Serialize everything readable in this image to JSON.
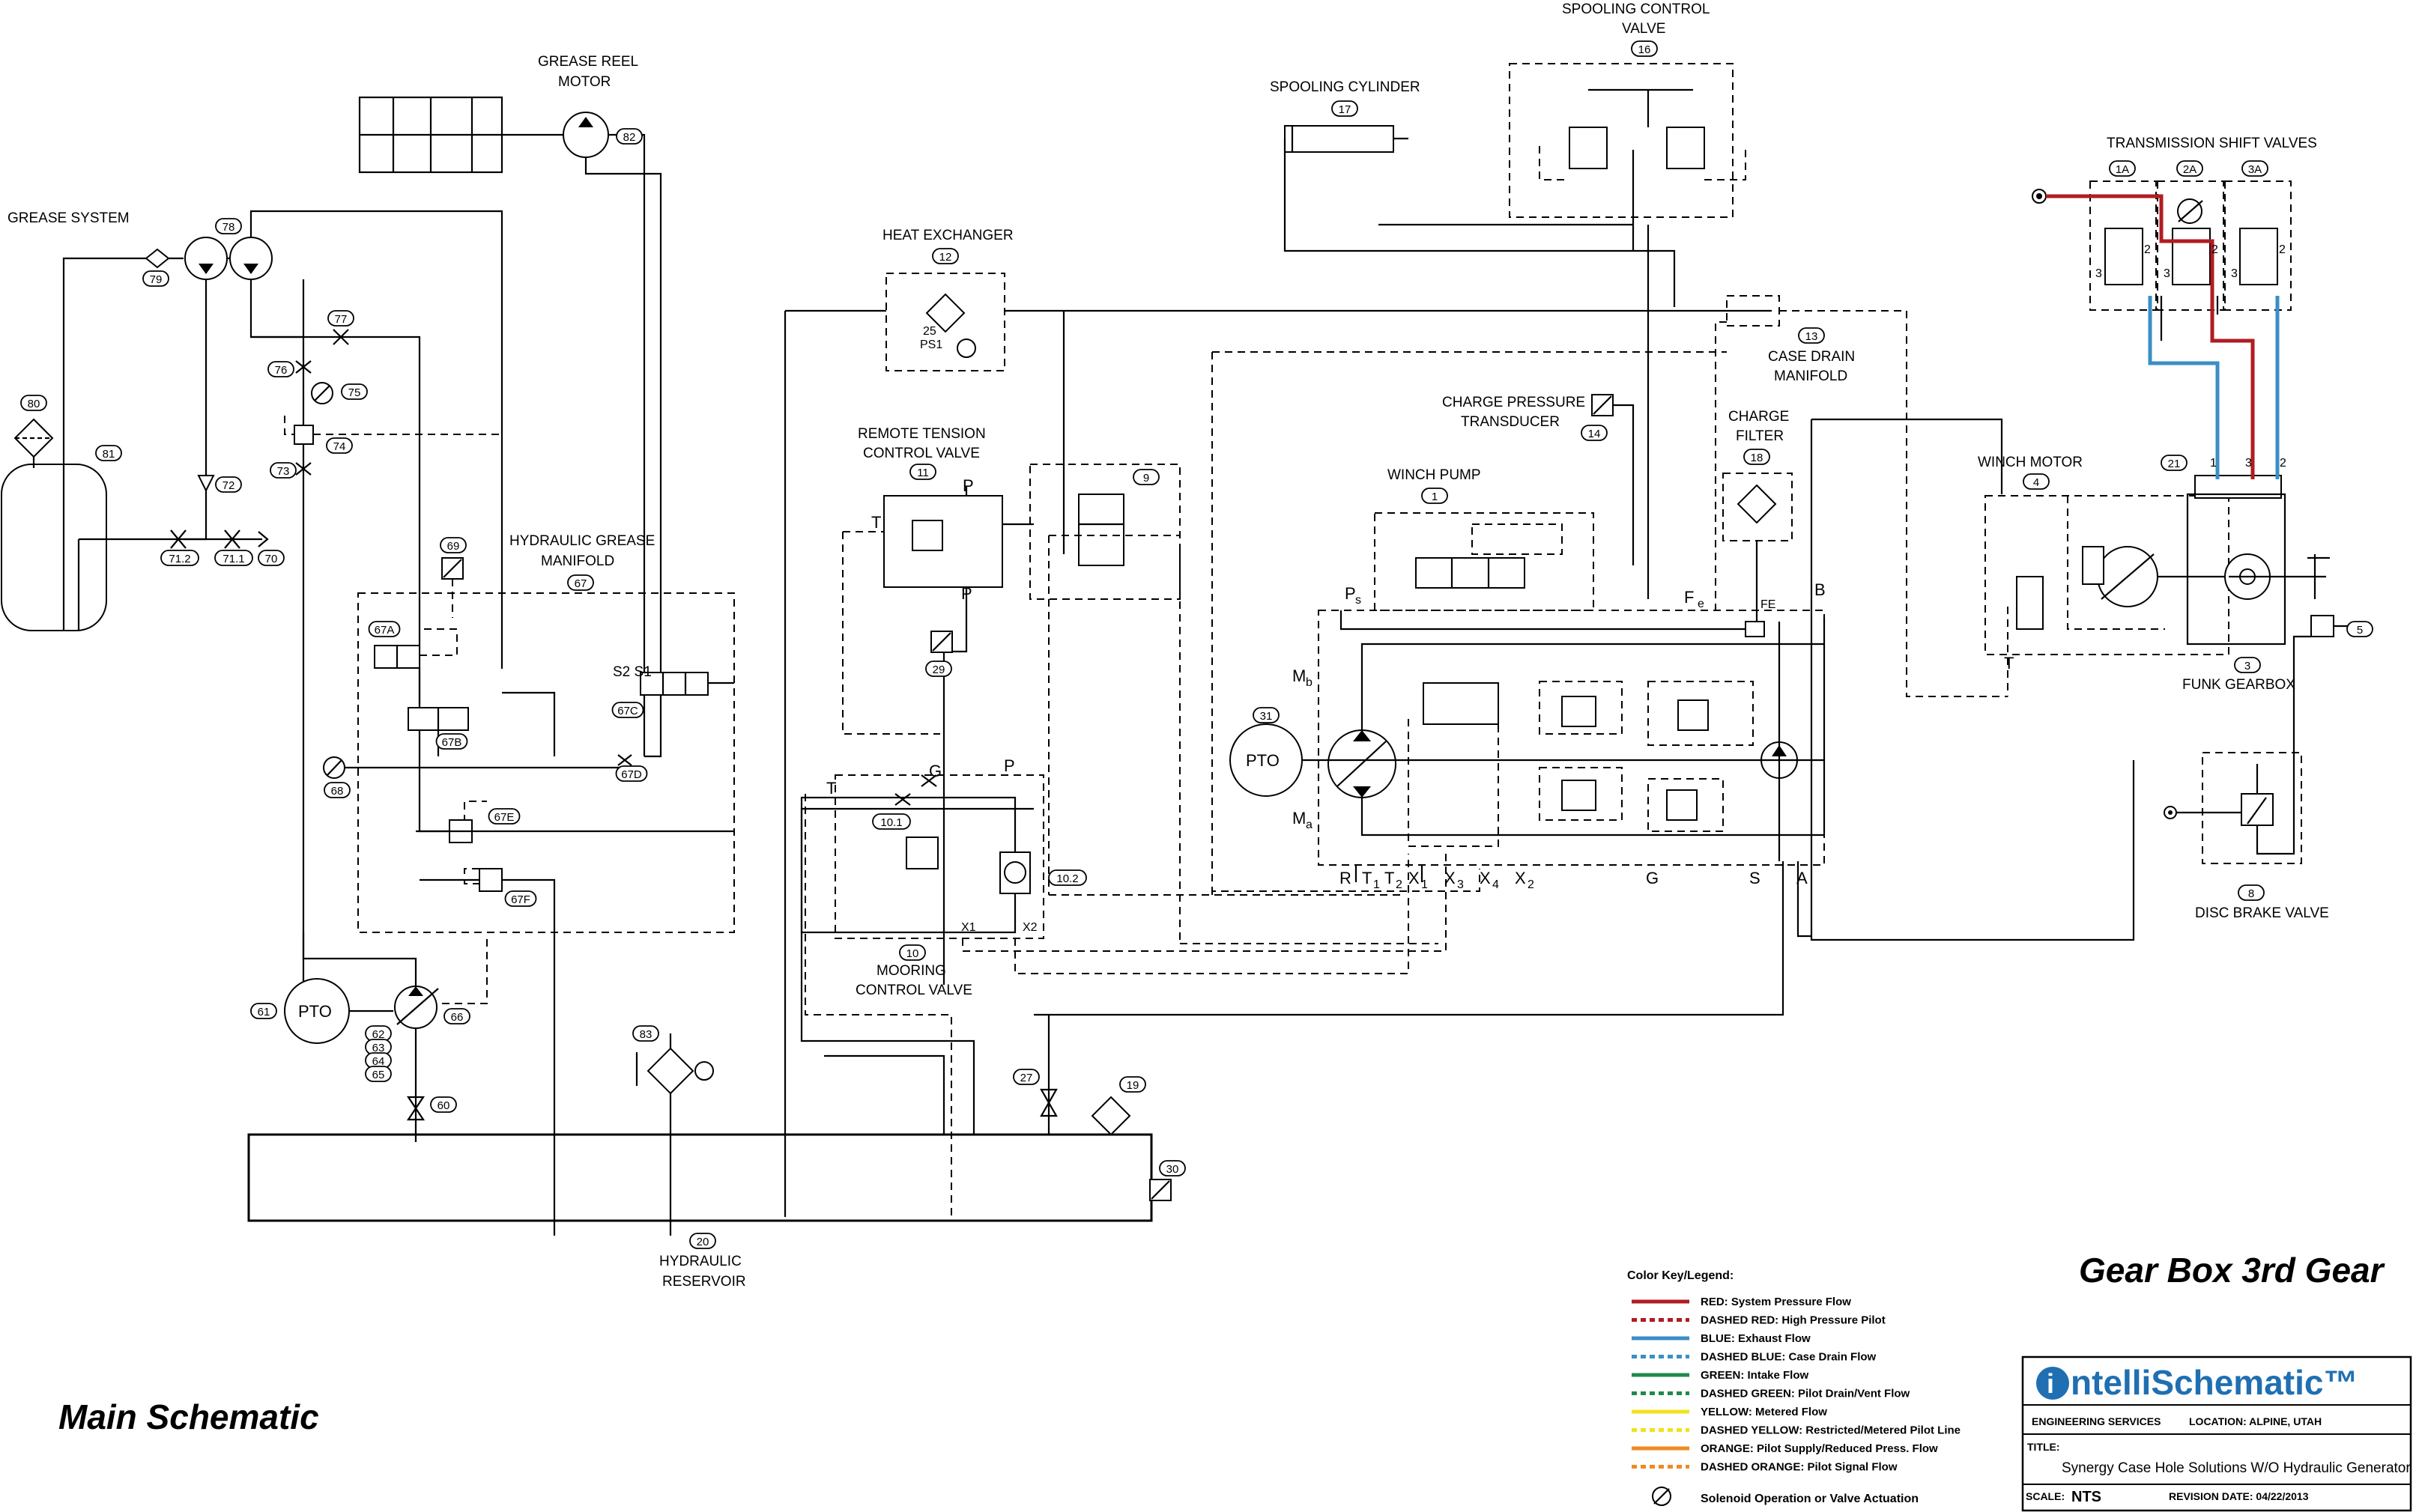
{
  "headings": {
    "gearbox_state": "Gear Box 3rd Gear",
    "main_schematic": "Main Schematic"
  },
  "components": {
    "grease_system": "GREASE SYSTEM",
    "grease_reel_motor": "GREASE REEL MOTOR",
    "hydraulic_grease_manifold": "HYDRAULIC GREASE MANIFOLD",
    "hydraulic_reservoir": "HYDRAULIC RESERVOIR",
    "heat_exchanger": "HEAT EXCHANGER",
    "remote_tension_control_valve": "REMOTE TENSION CONTROL VALVE",
    "mooring_control_valve": "MOORING CONTROL VALVE",
    "spooling_cylinder": "SPOOLING CYLINDER",
    "spooling_control_valve": "SPOOLING CONTROL VALVE",
    "case_drain_manifold": "CASE DRAIN MANIFOLD",
    "charge_pressure_transducer": "CHARGE PRESSURE TRANSDUCER",
    "charge_filter": "CHARGE FILTER",
    "winch_pump": "WINCH PUMP",
    "winch_motor": "WINCH MOTOR",
    "transmission_shift_valves": "TRANSMISSION SHIFT VALVES",
    "funk_gearbox": "FUNK GEARBOX",
    "disc_brake_valve": "DISC BRAKE VALVE",
    "pto": "PTO"
  },
  "tags": {
    "t1": "1",
    "t1a": "1A",
    "t2a": "2A",
    "t3a": "3A",
    "t3": "3",
    "t4": "4",
    "t5": "5",
    "t8": "8",
    "t9": "9",
    "t10": "10",
    "t10_1": "10.1",
    "t10_2": "10.2",
    "t11": "11",
    "t12": "12",
    "t13": "13",
    "t14": "14",
    "t16": "16",
    "t17": "17",
    "t18": "18",
    "t19": "19",
    "t20": "20",
    "t21": "21",
    "t27": "27",
    "t29": "29",
    "t30": "30",
    "t31": "31",
    "t60": "60",
    "t61": "61",
    "t62": "62",
    "t63": "63",
    "t64": "64",
    "t65": "65",
    "t66": "66",
    "t67": "67",
    "t67a": "67A",
    "t67b": "67B",
    "t67c": "67C",
    "t67d": "67D",
    "t67e": "67E",
    "t67f": "67F",
    "t68": "68",
    "t69": "69",
    "t70": "70",
    "t71_1": "71.1",
    "t71_2": "71.2",
    "t72": "72",
    "t73": "73",
    "t74": "74",
    "t75": "75",
    "t76": "76",
    "t77": "77",
    "t78": "78",
    "t79": "79",
    "t80": "80",
    "t81": "81",
    "t82": "82",
    "t83": "83"
  },
  "ports": {
    "R": "R",
    "T1": "T",
    "T2": "T",
    "X1": "X",
    "X3": "X",
    "X4": "X",
    "X2": "X",
    "G": "G",
    "S": "S",
    "A": "A",
    "B": "B",
    "Ps": "P",
    "Mb": "M",
    "Ma": "M",
    "Fe": "F",
    "Fe_small": "FE",
    "sub1": "1",
    "sub2": "2",
    "sub3": "3",
    "sub4": "4",
    "subs": "s",
    "subb": "b",
    "suba": "a",
    "sube": "e",
    "rt_T": "T",
    "rt_P": "P",
    "rt_P2": "P",
    "mc_T": "T",
    "mc_G": "G",
    "mc_P": "P",
    "mc_X1": "X1",
    "mc_X2": "X2",
    "s2s1": "S2  S1",
    "wm_T": "T",
    "ps25": "25",
    "ps_ps1": "PS1",
    "tsv_3": "3",
    "tsv_2": "2",
    "g_1": "1",
    "g_3": "3",
    "g_2": "2"
  },
  "legend": {
    "title": "Color Key/Legend:",
    "items": [
      {
        "text": "RED: System Pressure Flow",
        "color": "#b01c22",
        "style": "solid"
      },
      {
        "text": "DASHED RED: High Pressure Pilot",
        "color": "#b01c22",
        "style": "dashed"
      },
      {
        "text": "BLUE: Exhaust Flow",
        "color": "#3a8fc4",
        "style": "solid"
      },
      {
        "text": "DASHED BLUE: Case Drain Flow",
        "color": "#3a8fc4",
        "style": "dashed"
      },
      {
        "text": "GREEN: Intake Flow",
        "color": "#1f8a4c",
        "style": "solid"
      },
      {
        "text": "DASHED GREEN: Pilot Drain/Vent Flow",
        "color": "#1f8a4c",
        "style": "dashed"
      },
      {
        "text": "YELLOW: Metered Flow",
        "color": "#f2e21a",
        "style": "solid"
      },
      {
        "text": "DASHED YELLOW: Restricted/Metered Pilot Line",
        "color": "#f2e21a",
        "style": "dashed"
      },
      {
        "text": "ORANGE: Pilot Supply/Reduced Press. Flow",
        "color": "#ef8a22",
        "style": "solid"
      },
      {
        "text": "DASHED ORANGE: Pilot Signal Flow",
        "color": "#ef8a22",
        "style": "dashed"
      }
    ],
    "solenoid": "Solenoid Operation or Valve Actuation"
  },
  "title_block": {
    "brand_i": "i",
    "brand_rest": "ntelliSchematic™",
    "engineering": "ENGINEERING SERVICES",
    "location": "LOCATION: ALPINE, UTAH",
    "title_label": "TITLE:",
    "title_value": "Synergy Case Hole Solutions W/O Hydraulic Generator",
    "scale_label": "SCALE:",
    "scale_value": "NTS",
    "revision": "REVISION DATE: 04/22/2013"
  },
  "colors": {
    "red": "#b01c22",
    "blue": "#3a8fc4"
  }
}
